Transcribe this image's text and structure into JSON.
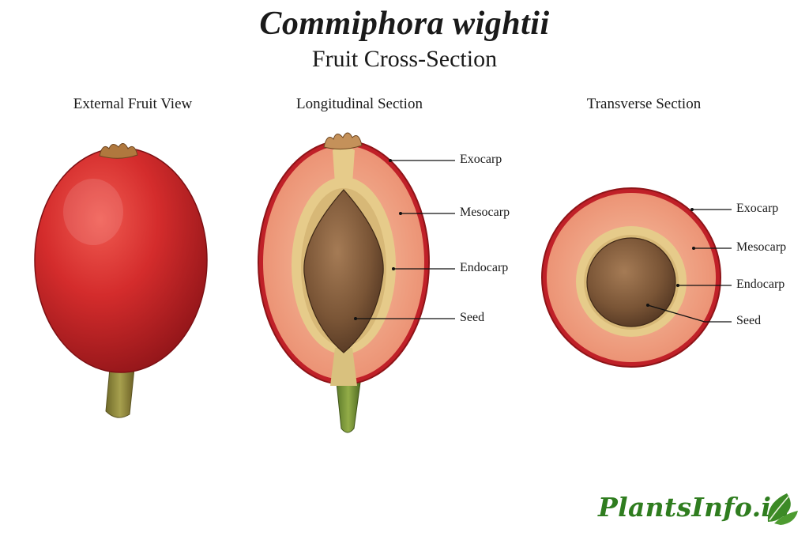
{
  "header": {
    "title": "Commiphora wightii",
    "subtitle": "Fruit Cross-Section"
  },
  "views": {
    "external": {
      "heading": "External Fruit View"
    },
    "longitudinal": {
      "heading": "Longitudinal Section",
      "labels": {
        "exocarp": "Exocarp",
        "mesocarp": "Mesocarp",
        "endocarp": "Endocarp",
        "seed": "Seed"
      }
    },
    "transverse": {
      "heading": "Transverse Section",
      "labels": {
        "exocarp": "Exocarp",
        "mesocarp": "Mesocarp",
        "endocarp": "Endocarp",
        "seed": "Seed"
      }
    }
  },
  "brand": {
    "name": "PlantsInfo.in",
    "icon": "leaf-icon"
  },
  "colors": {
    "fruit_red": "#c8242a",
    "mesocarp": "#ef9d80",
    "endocarp": "#e9cf92",
    "seed": "#7a5538",
    "stalk": "#8a8a3a",
    "brand_green": "#2f7d1f"
  }
}
